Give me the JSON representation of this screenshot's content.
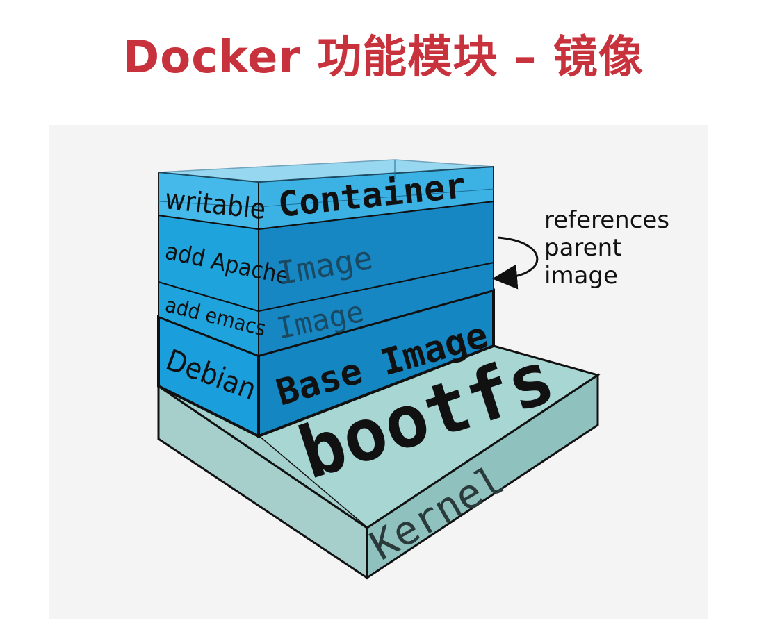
{
  "title": "Docker 功能模块 – 镜像",
  "diagram": {
    "layers": [
      {
        "side_label": "writable",
        "face_label": "Container"
      },
      {
        "side_label": "add Apache",
        "face_label": "Image"
      },
      {
        "side_label": "add emacs",
        "face_label": "Image"
      },
      {
        "side_label": "Debian",
        "face_label": "Base Image"
      }
    ],
    "bootfs_label": "bootfs",
    "kernel_label": "Kernel",
    "annotation": {
      "line1": "references",
      "line2": "parent",
      "line3": "image"
    }
  }
}
